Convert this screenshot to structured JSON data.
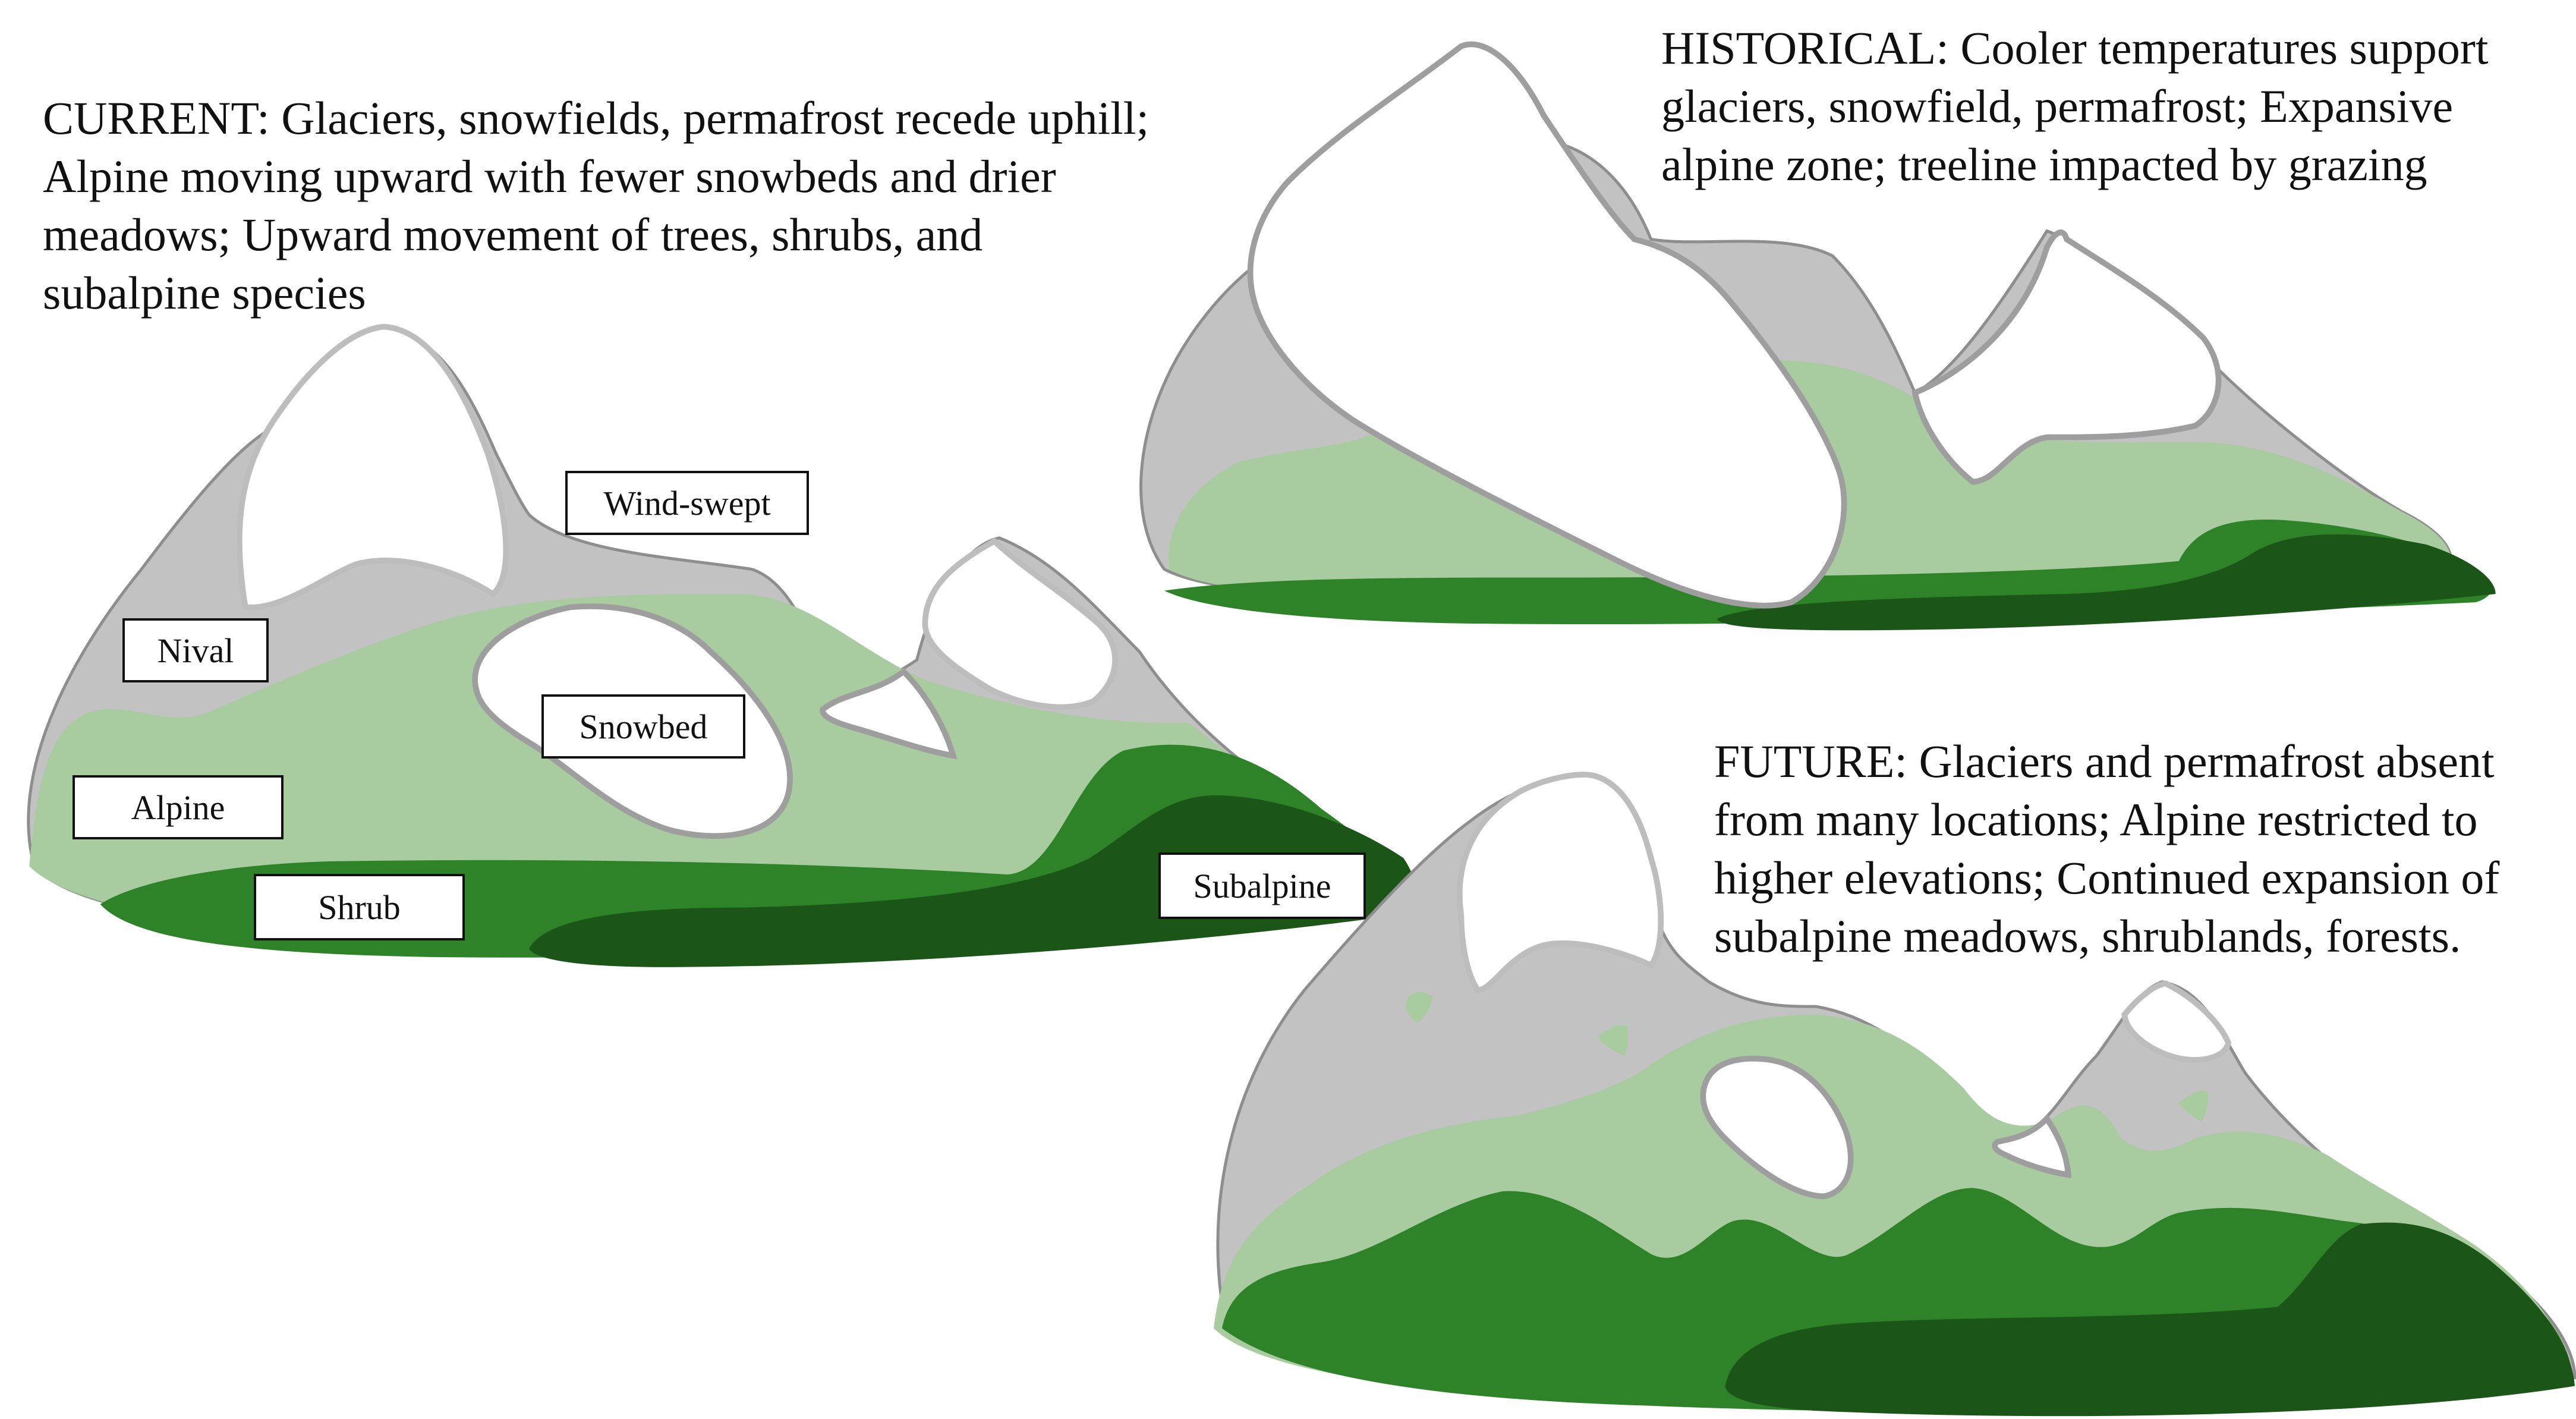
{
  "panels": {
    "current": {
      "caption_lines": [
        "CURRENT: Glaciers, snowfields, permafrost recede uphill;",
        "Alpine moving upward with fewer snowbeds and drier",
        "meadows; Upward movement of trees, shrubs, and",
        "subalpine species"
      ],
      "labels": {
        "wind_swept": "Wind-swept",
        "nival": "Nival",
        "snowbed": "Snowbed",
        "alpine": "Alpine",
        "shrub": "Shrub",
        "subalpine": "Subalpine"
      }
    },
    "historical": {
      "caption_lines": [
        "HISTORICAL: Cooler temperatures support",
        "glaciers, snowfield, permafrost; Expansive",
        "alpine zone; treeline impacted by grazing"
      ]
    },
    "future": {
      "caption_lines": [
        "FUTURE: Glaciers and permafrost absent",
        "from many locations; Alpine restricted to",
        "higher elevations; Continued expansion of",
        "subalpine meadows, shrublands, forests."
      ]
    }
  },
  "zone_colors": {
    "nival_rock": "#c2c2c2",
    "snow_ice": "#ffffff",
    "alpine": "#a9cba0",
    "shrub": "#2e8329",
    "subalpine": "#1b5518"
  }
}
